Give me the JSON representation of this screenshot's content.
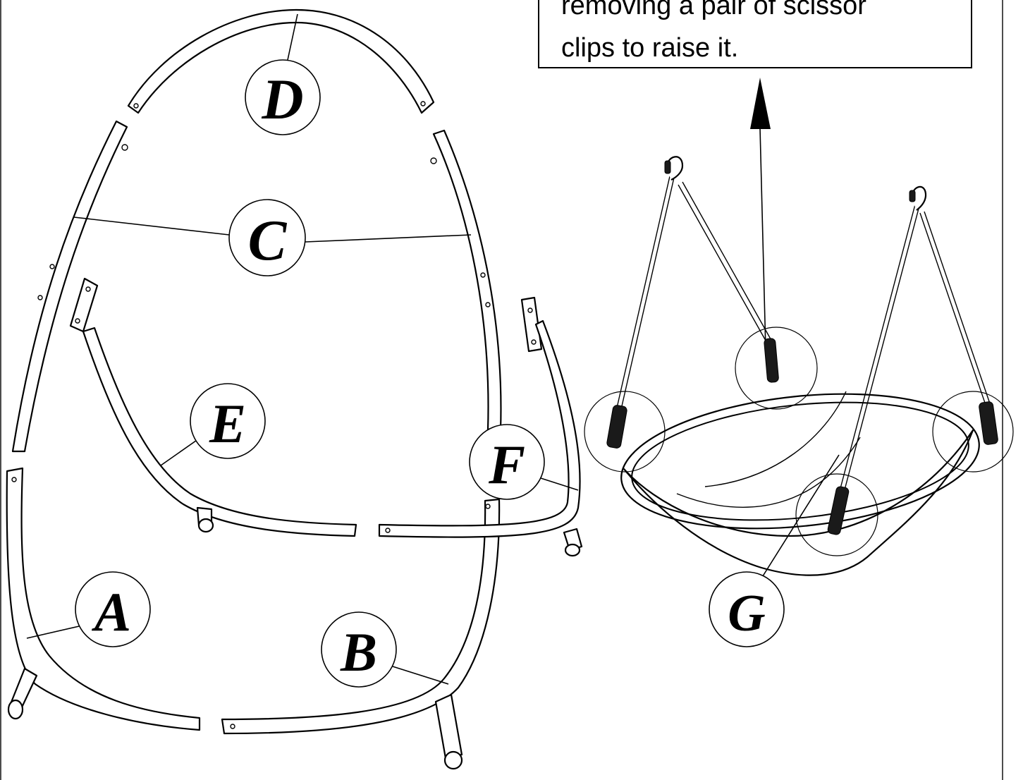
{
  "note": {
    "lines": [
      "removing a pair of scissor",
      "clips to raise it."
    ]
  },
  "parts": {
    "a": "A",
    "b": "B",
    "c": "C",
    "d": "D",
    "e": "E",
    "f": "F",
    "g": "G"
  }
}
